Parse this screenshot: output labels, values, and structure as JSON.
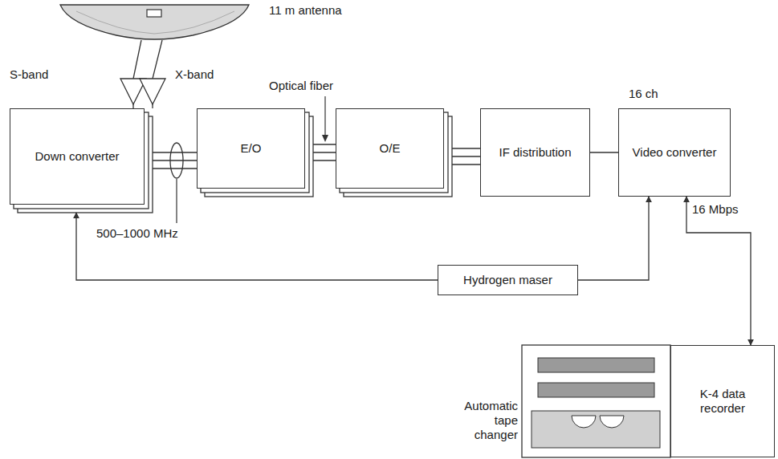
{
  "diagram": {
    "nodes": [
      {
        "text": [
          "Down converter"
        ]
      },
      {
        "text": [
          "E/O"
        ]
      },
      {
        "text": [
          "O/E"
        ]
      },
      {
        "text": [
          "IF distribution"
        ]
      },
      {
        "text": [
          "Video converter"
        ]
      },
      {
        "text": [
          "Hydrogen maser"
        ]
      },
      {
        "text": [
          "K-4 data recorder"
        ]
      }
    ],
    "edges": [
      {
        "from": 0,
        "to": 1,
        "arrow": "none"
      },
      {
        "from": 1,
        "to": 2,
        "arrow": "none"
      },
      {
        "from": 2,
        "to": 3,
        "arrow": "none"
      },
      {
        "from": 3,
        "to": 4,
        "arrow": "none"
      },
      {
        "from": 5,
        "to": 0,
        "arrow": "to"
      },
      {
        "from": 5,
        "to": 4,
        "arrow": "to"
      },
      {
        "from": 4,
        "to": 6,
        "label": "16 Mbps",
        "arrow": "both"
      }
    ],
    "labels": [
      "11 m antenna",
      "S-band",
      "X-band",
      "Optical fiber",
      "500–1000 MHz",
      "16 ch",
      "Automatic tape changer"
    ]
  }
}
